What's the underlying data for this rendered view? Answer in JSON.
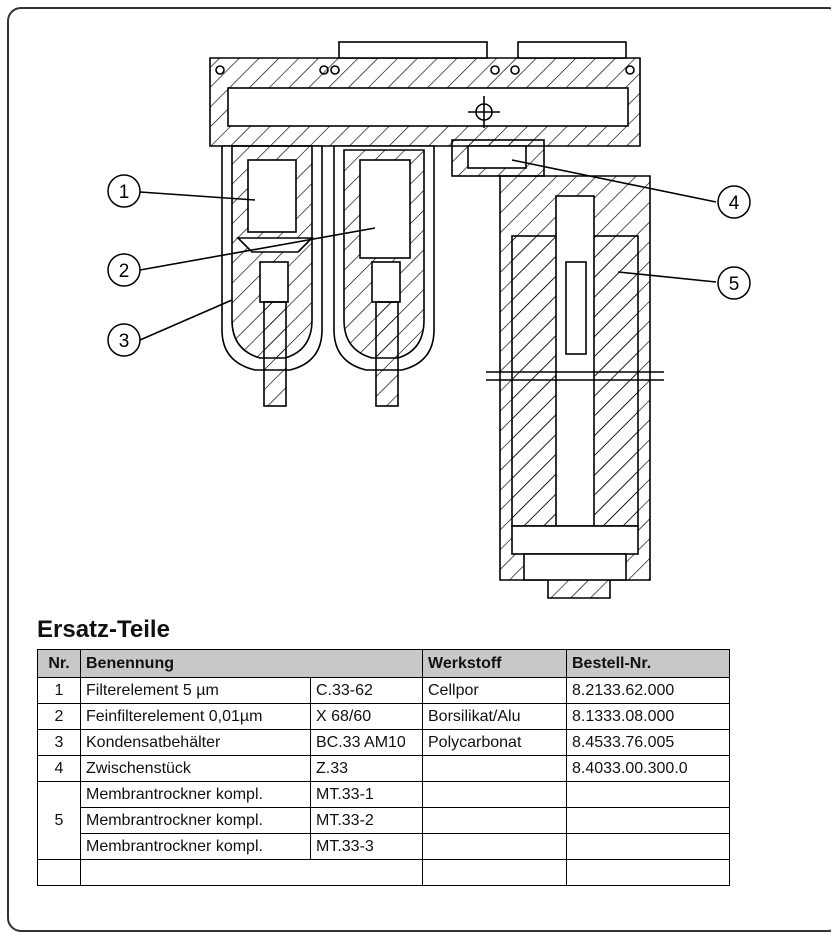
{
  "section_title": "Ersatz-Teile",
  "callouts": [
    "1",
    "2",
    "3",
    "4",
    "5"
  ],
  "table": {
    "headers": {
      "nr": "Nr.",
      "name": "Benennung",
      "material": "Werkstoff",
      "order": "Bestell-Nr."
    },
    "rows": [
      {
        "nr": "1",
        "name": "Filterelement 5 µm",
        "code": "C.33-62",
        "material": "Cellpor",
        "order": "8.2133.62.000"
      },
      {
        "nr": "2",
        "name": "Feinfilterelement 0,01µm",
        "code": "X 68/60",
        "material": "Borsilikat/Alu",
        "order": "8.1333.08.000"
      },
      {
        "nr": "3",
        "name": "Kondensatbehälter",
        "code": "BC.33 AM10",
        "material": "Polycarbonat",
        "order": "8.4533.76.005"
      },
      {
        "nr": "4",
        "name": "Zwischenstück",
        "code": "Z.33",
        "material": "",
        "order": "8.4033.00.300.0"
      }
    ],
    "group_nr": "5",
    "group_rows": [
      {
        "name": "Membrantrockner kompl.",
        "code": "MT.33-1",
        "material": "",
        "order": ""
      },
      {
        "name": "Membrantrockner kompl.",
        "code": "MT.33-2",
        "material": "",
        "order": ""
      },
      {
        "name": "Membrantrockner kompl.",
        "code": "MT.33-3",
        "material": "",
        "order": ""
      }
    ]
  }
}
